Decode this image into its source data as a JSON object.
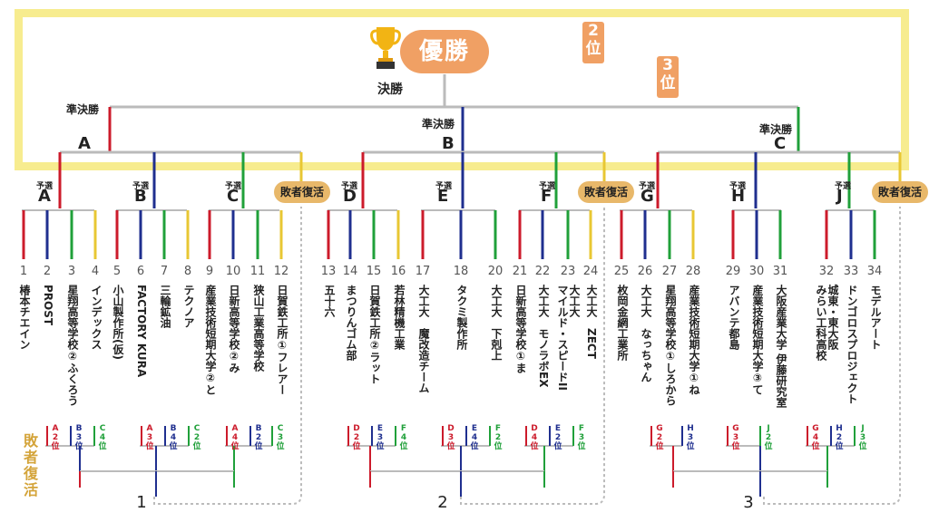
{
  "colors": {
    "red": "#cc1b2b",
    "blue": "#1f2f8f",
    "green": "#20a03a",
    "yellow": "#e8c733",
    "gray": "#bbbbbb",
    "orange": "#f0a064",
    "gold": "#d4a43a",
    "frame": "#f7ec8f"
  },
  "final": {
    "winner": "優勝",
    "final_label": "決勝",
    "second": "2\n位",
    "third": "3\n位"
  },
  "semis": [
    {
      "label": "準決勝",
      "letter": "A"
    },
    {
      "label": "準決勝",
      "letter": "B"
    },
    {
      "label": "準決勝",
      "letter": "C"
    }
  ],
  "qualifier_tag": "予選",
  "groups": [
    "A",
    "B",
    "C",
    "D",
    "E",
    "F",
    "G",
    "H",
    "J"
  ],
  "repechage_badge": "敗者復活",
  "repechage_side": "敗者復活",
  "repechage_numbers": [
    "1",
    "2",
    "3"
  ],
  "teams": [
    {
      "n": "1",
      "name": "椿本チエイン"
    },
    {
      "n": "2",
      "name": "PROST"
    },
    {
      "n": "3",
      "name": "星翔高等学校②ふくろう"
    },
    {
      "n": "4",
      "name": "インデックス"
    },
    {
      "n": "5",
      "name": "小山製作所(仮)"
    },
    {
      "n": "6",
      "name": "FACTORY KURA"
    },
    {
      "n": "7",
      "name": "三輪鉱油"
    },
    {
      "n": "8",
      "name": "テクノア"
    },
    {
      "n": "9",
      "name": "産業技術短期大学②と"
    },
    {
      "n": "10",
      "name": "日新高等学校②み"
    },
    {
      "n": "11",
      "name": "狭山工業高等学校"
    },
    {
      "n": "12",
      "name": "日賀鉄工所①フレアー"
    },
    {
      "n": "13",
      "name": "五十六"
    },
    {
      "n": "14",
      "name": "まつりんゴム部"
    },
    {
      "n": "15",
      "name": "日賀鉄工所②ラット"
    },
    {
      "n": "16",
      "name": "若林精機工業"
    },
    {
      "n": "17",
      "name": "大工大　魔改造チーム"
    },
    {
      "n": "18",
      "name": "タクミ製作所"
    },
    {
      "n": "20",
      "name": "大工大　下剋上"
    },
    {
      "n": "21",
      "name": "日新高等学校①ま"
    },
    {
      "n": "22",
      "name": "大工大　モノラボEX"
    },
    {
      "n": "23",
      "name": "大工大\nマイルド・スピードII"
    },
    {
      "n": "24",
      "name": "大工大　ZECT"
    },
    {
      "n": "25",
      "name": "枚岡金網工業所"
    },
    {
      "n": "26",
      "name": "大工大　なっちゃん"
    },
    {
      "n": "27",
      "name": "星翔高等学校①しろから"
    },
    {
      "n": "28",
      "name": "産業技術短期大学①ね"
    },
    {
      "n": "29",
      "name": "アバンテ都島"
    },
    {
      "n": "30",
      "name": "産業技術短期大学③て"
    },
    {
      "n": "31",
      "name": "大阪産業大学 伊藤研究室"
    },
    {
      "n": "32",
      "name": "城東・東大阪\nみらい工科高校"
    },
    {
      "n": "33",
      "name": "ドンゴロスプロジェクト"
    },
    {
      "n": "34",
      "name": "モデルアート"
    }
  ],
  "mini_brackets": [
    [
      [
        "A",
        "2",
        "位"
      ],
      [
        "B",
        "3",
        "位"
      ],
      [
        "C",
        "4",
        "位"
      ]
    ],
    [
      [
        "A",
        "3",
        "位"
      ],
      [
        "B",
        "4",
        "位"
      ],
      [
        "C",
        "2",
        "位"
      ]
    ],
    [
      [
        "A",
        "4",
        "位"
      ],
      [
        "B",
        "2",
        "位"
      ],
      [
        "C",
        "3",
        "位"
      ]
    ],
    [
      [
        "D",
        "2",
        "位"
      ],
      [
        "E",
        "3",
        "位"
      ],
      [
        "F",
        "4",
        "位"
      ]
    ],
    [
      [
        "D",
        "3",
        "位"
      ],
      [
        "E",
        "4",
        "位"
      ],
      [
        "F",
        "2",
        "位"
      ]
    ],
    [
      [
        "D",
        "4",
        "位"
      ],
      [
        "E",
        "2",
        "位"
      ],
      [
        "F",
        "3",
        "位"
      ]
    ],
    [
      [
        "G",
        "2",
        "位"
      ],
      [
        "H",
        "3",
        "位"
      ]
    ],
    [
      [
        "G",
        "3",
        "位"
      ],
      [
        "J",
        "2",
        "位"
      ]
    ],
    [
      [
        "G",
        "4",
        "位"
      ],
      [
        "H",
        "2",
        "位"
      ],
      [
        "J",
        "3",
        "位"
      ]
    ]
  ]
}
